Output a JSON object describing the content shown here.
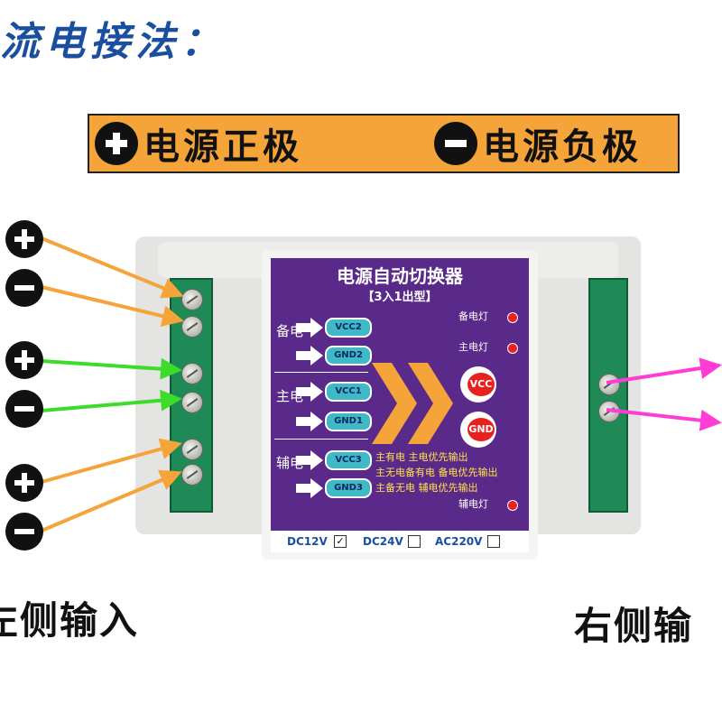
{
  "title": "流电接法：",
  "legend": {
    "positive_label": "电源正极",
    "negative_label": "电源负极"
  },
  "labels": {
    "left_input": "左侧输入",
    "right_output": "右侧输"
  },
  "panel": {
    "title": "电源自动切换器",
    "subtitle": "【3入1出型】",
    "groups": [
      {
        "label": "备电",
        "vcc": "VCC2",
        "gnd": "GND2"
      },
      {
        "label": "主电",
        "vcc": "VCC1",
        "gnd": "GND1"
      },
      {
        "label": "辅电",
        "vcc": "VCC3",
        "gnd": "GND3"
      }
    ],
    "indicators": {
      "backup_lamp": "备电灯",
      "main_lamp": "主电灯",
      "aux_lamp": "辅电灯"
    },
    "output": {
      "vcc": "VCC",
      "gnd": "GND"
    },
    "priority_notes": [
      "主有电 主电优先输出",
      "主无电备有电 备电优先输出",
      "主备无电 辅电优先输出"
    ],
    "voltage_options": [
      {
        "label": "DC12V",
        "checked": true
      },
      {
        "label": "DC24V",
        "checked": false
      },
      {
        "label": "AC220V",
        "checked": false
      }
    ],
    "check_mark": "✓"
  },
  "colors": {
    "title_blue": "#1a4fa0",
    "legend_orange": "#f5a43a",
    "panel_purple": "#5a2a8a",
    "wire_orange": "#f5a43a",
    "wire_green": "#3ddc2a",
    "wire_magenta": "#ff3dd6"
  }
}
